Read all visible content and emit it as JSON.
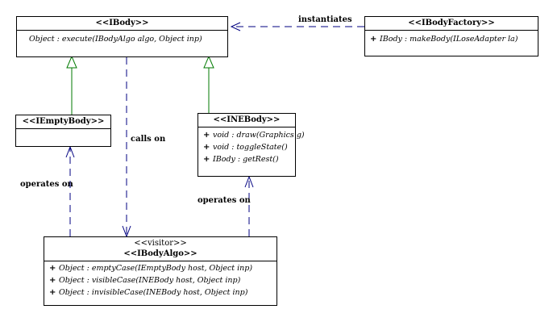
{
  "classes": {
    "ibody": {
      "name": "<<IBody>>",
      "ops": [
        {
          "text": "Object : execute(IBodyAlgo algo, Object inp)"
        }
      ]
    },
    "ibody_factory": {
      "name": "<<IBodyFactory>>",
      "ops": [
        {
          "symbol": "+",
          "text": "IBody : makeBody(ILoseAdapter la)"
        }
      ]
    },
    "iempty_body": {
      "name": "<<IEmptyBody>>",
      "ops": []
    },
    "inebody": {
      "name": "<<INEBody>>",
      "ops": [
        {
          "symbol": "+",
          "text": "void : draw(Graphics g)"
        },
        {
          "symbol": "+",
          "text": "void : toggleState()"
        },
        {
          "symbol": "+",
          "text": "IBody : getRest()"
        }
      ]
    },
    "ibody_algo": {
      "stereotype": "<<visitor>>",
      "name": "<<IBodyAlgo>>",
      "ops": [
        {
          "symbol": "+",
          "text": "Object : emptyCase(IEmptyBody host, Object inp)"
        },
        {
          "symbol": "+",
          "text": "Object : visibleCase(INEBody host, Object inp)"
        },
        {
          "symbol": "+",
          "text": "Object : invisibleCase(INEBody host, Object inp)"
        }
      ]
    }
  },
  "relations": {
    "instantiates": "instantiates",
    "calls_on": "calls on",
    "operates_on_left": "operates on",
    "operates_on_right": "operates on"
  },
  "colors": {
    "generalization": "#007a00",
    "dependency": "#000080",
    "outline": "#000000"
  }
}
